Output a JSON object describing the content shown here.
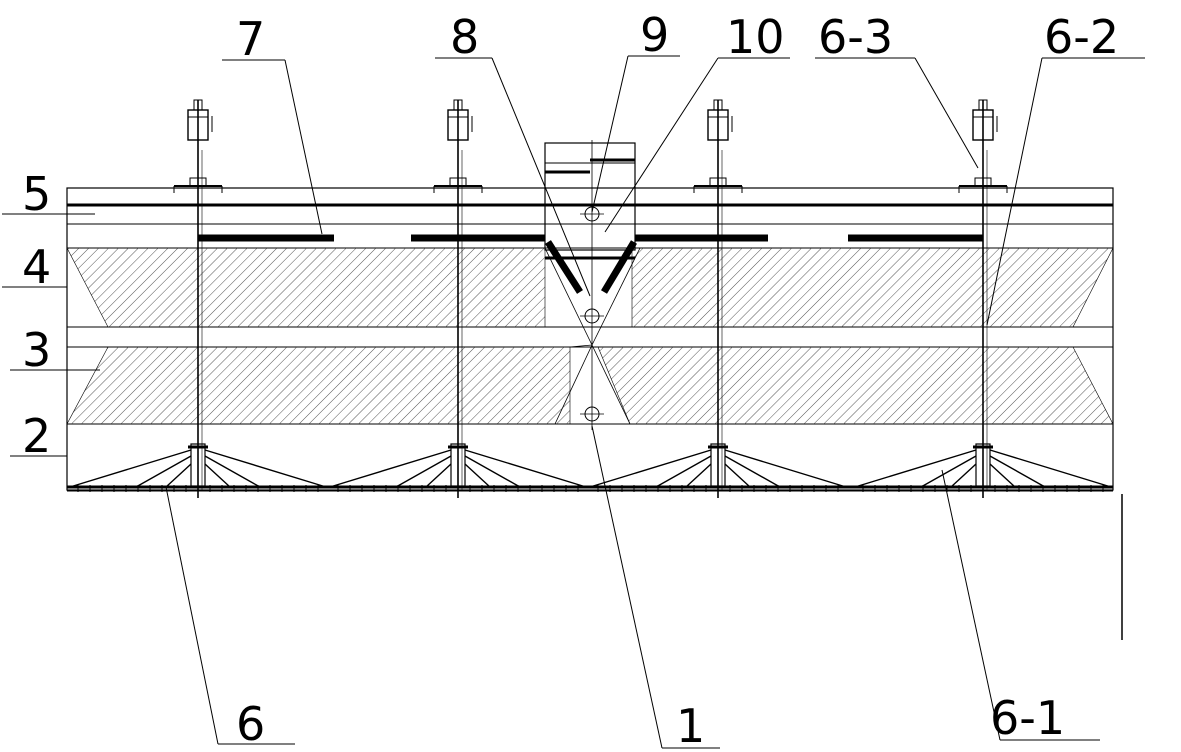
{
  "diagram": {
    "callouts": {
      "c1": "1",
      "c2": "2",
      "c3": "3",
      "c4": "4",
      "c5": "5",
      "c6": "6",
      "c6_1": "6-1",
      "c6_2": "6-2",
      "c6_3": "6-3",
      "c7": "7",
      "c8": "8",
      "c9": "9",
      "c10": "10"
    },
    "colors": {
      "ink": "#000000",
      "hatch": "#444444",
      "background": "#ffffff"
    },
    "units": {
      "shaft_count": 4,
      "outlet_count": 1
    }
  }
}
